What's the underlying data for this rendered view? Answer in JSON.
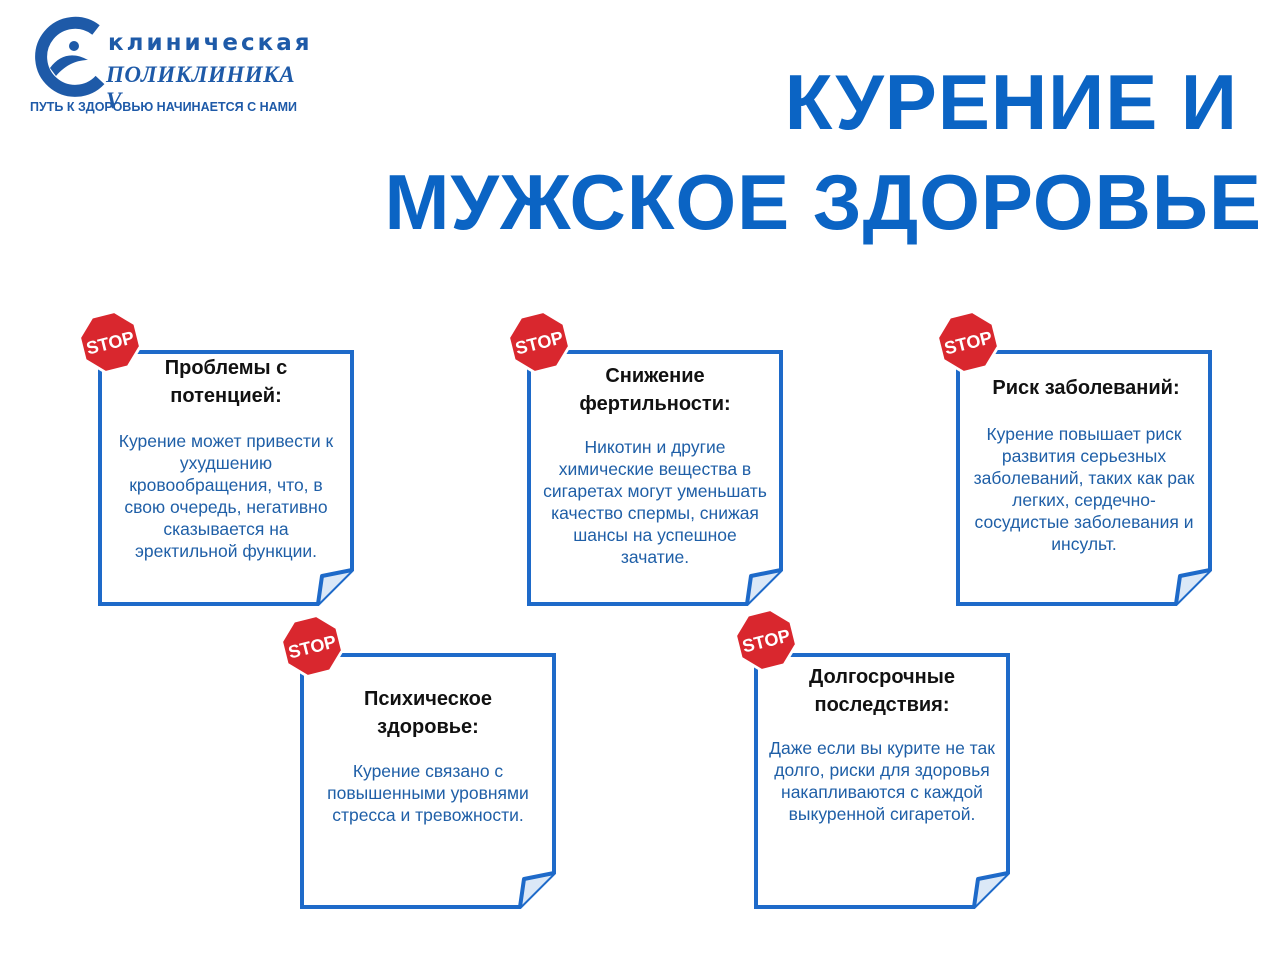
{
  "logo": {
    "line1": "клиническая",
    "line2": "ПОЛИКЛИНИКА V",
    "tagline": "ПУТЬ К ЗДОРОВЬЮ НАЧИНАЕТСЯ С НАМИ"
  },
  "title": {
    "line1": "КУРЕНИЕ И",
    "line2": "МУЖСКОЕ ЗДОРОВЬЕ"
  },
  "stop_label": "STOP",
  "colors": {
    "accent": "#0b64c4",
    "card_border": "#1e6ac9",
    "stop_red": "#d9272e",
    "body_text": "#1f5fa7"
  },
  "cards": [
    {
      "heading": "Проблемы с потенцией:",
      "body": "Курение может привести к ухудшению кровообращения, что, в свою очередь, негативно сказывается на эректильной функции."
    },
    {
      "heading": "Снижение фертильности:",
      "body": "Никотин и другие химические вещества в сигаретах могут уменьшать качество спермы, снижая шансы на успешное зачатие."
    },
    {
      "heading": "Риск заболеваний:",
      "body": "Курение повышает риск развития серьезных заболеваний, таких как рак легких, сердечно-сосудистые заболевания и инсульт."
    },
    {
      "heading": "Психическое здоровье:",
      "body": "Курение связано с повышенными уровнями стресса и тревожности."
    },
    {
      "heading": "Долгосрочные последствия:",
      "body": "Даже если вы курите не так долго, риски для здоровья накапливаются с каждой выкуренной сигаретой."
    }
  ]
}
